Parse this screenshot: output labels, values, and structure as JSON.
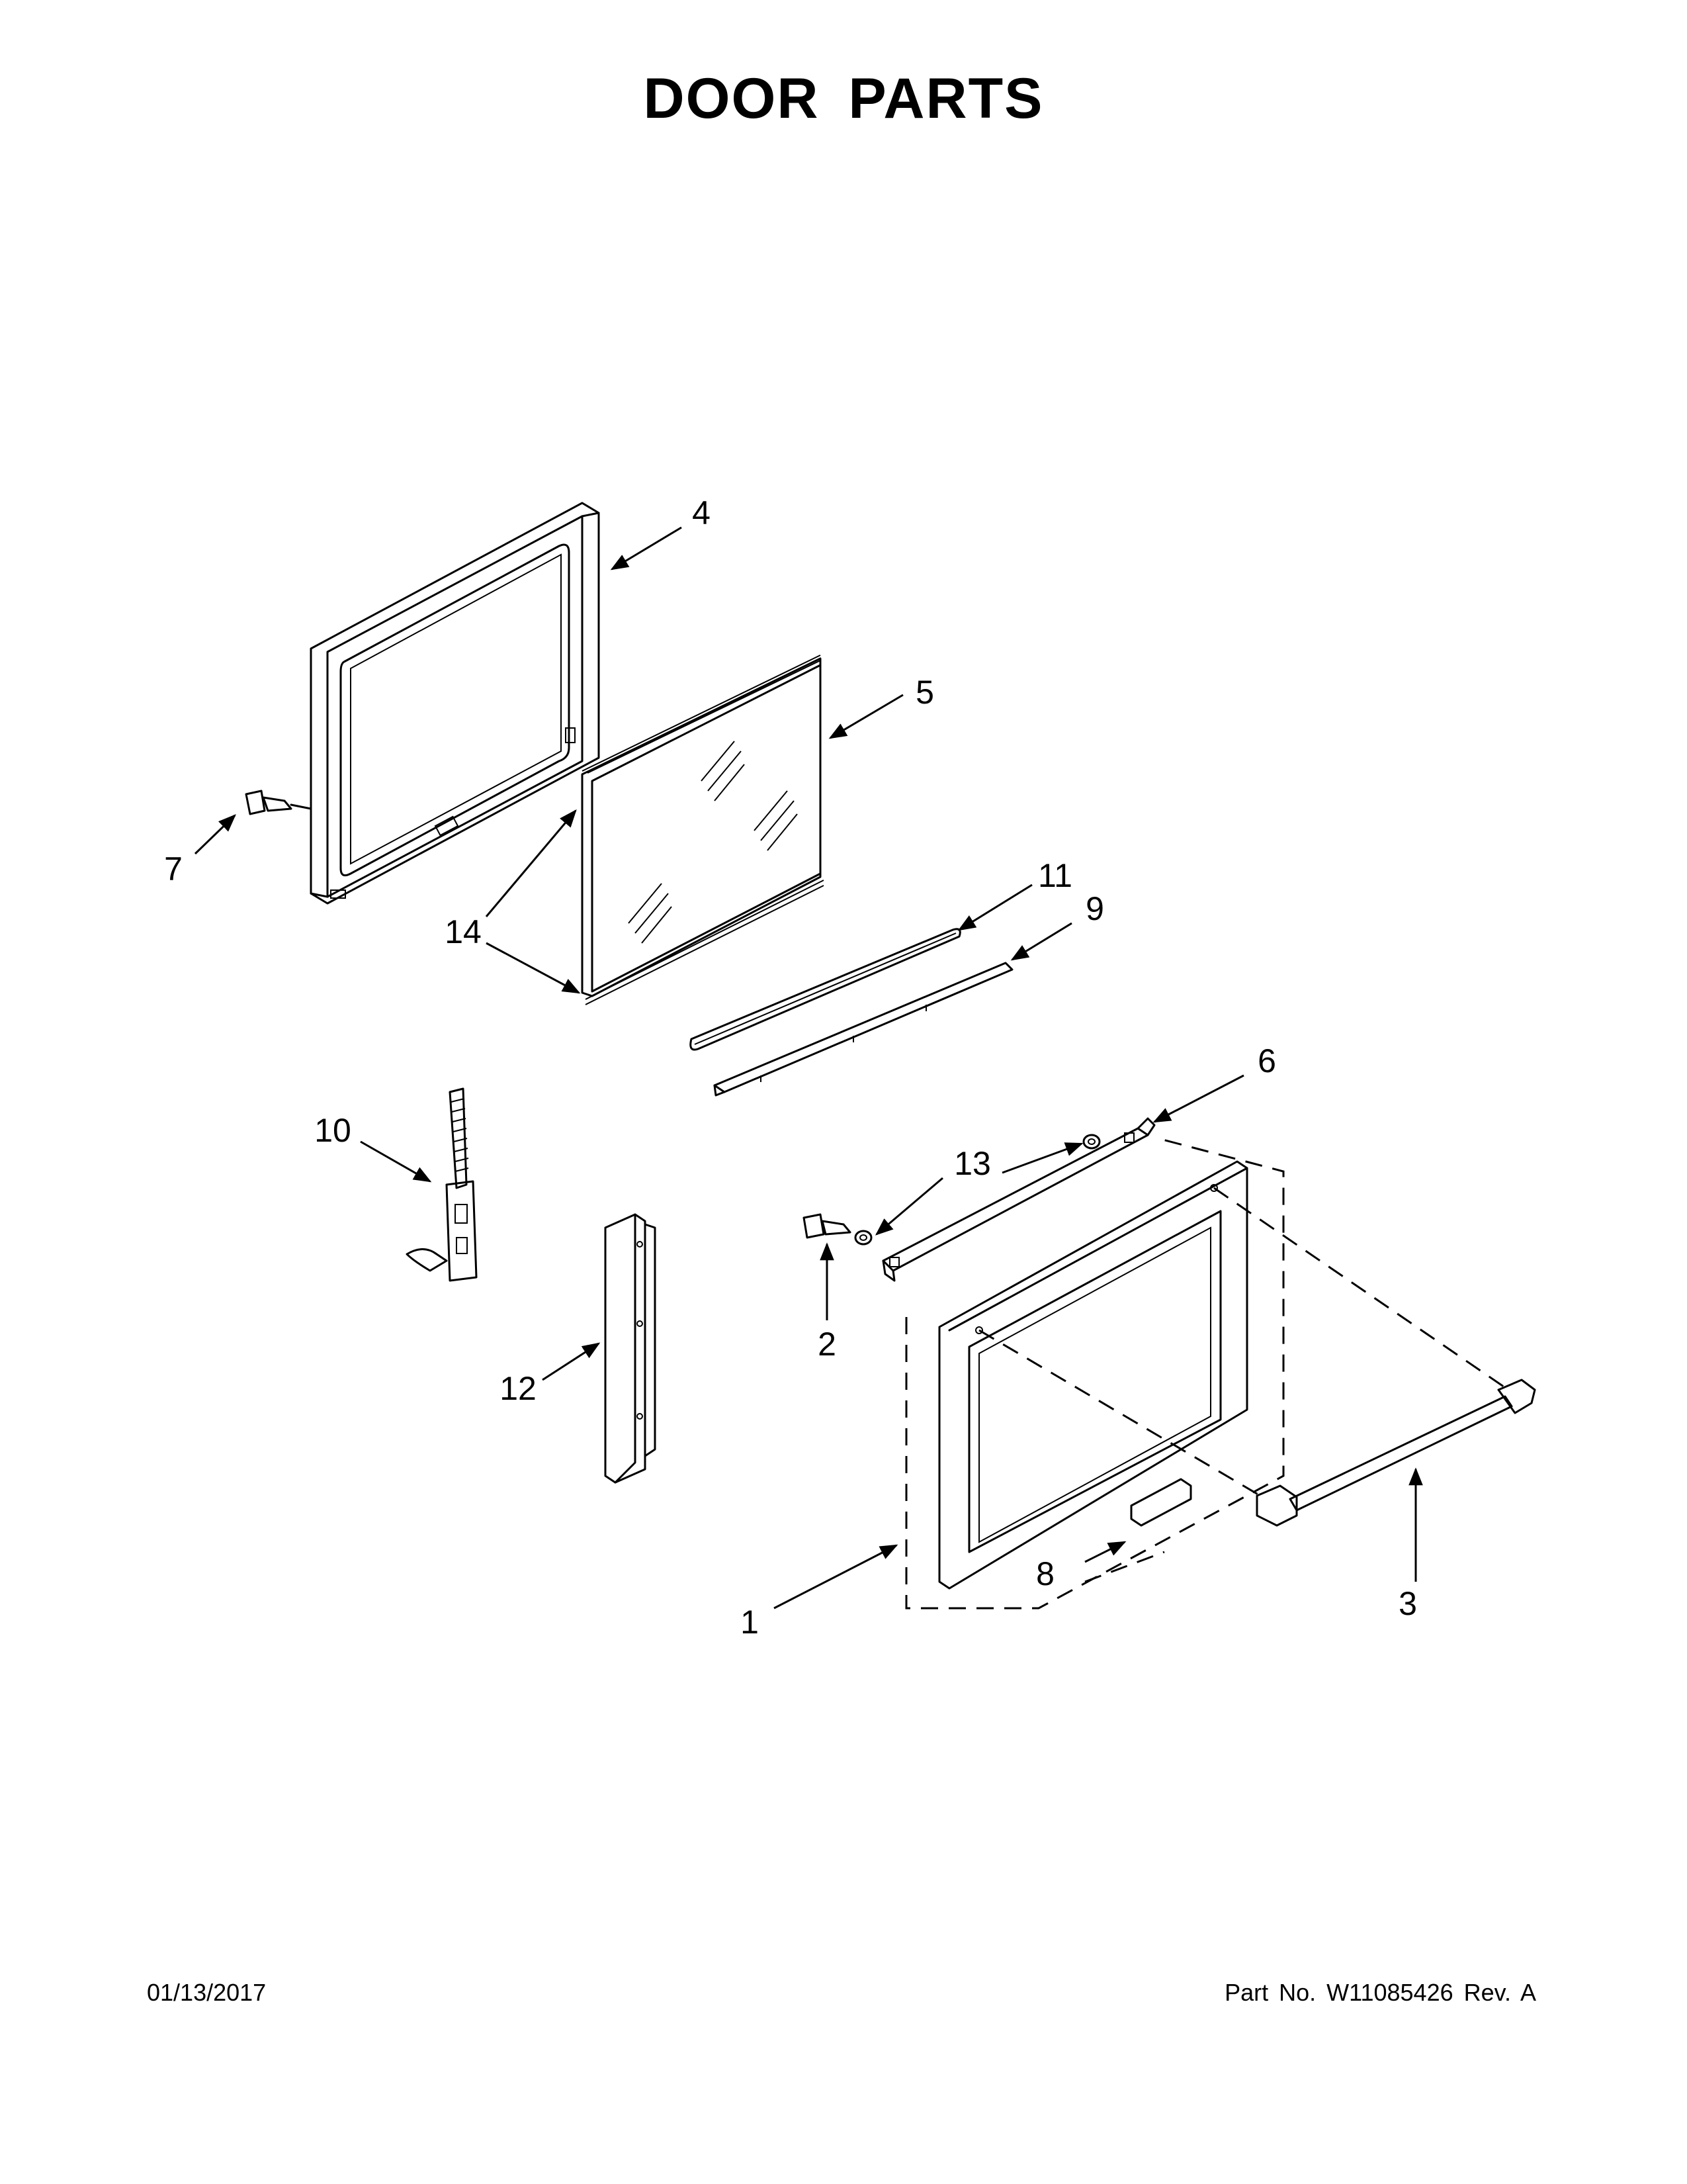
{
  "title": "DOOR PARTS",
  "footer": {
    "date": "01/13/2017",
    "part_number": "Part No.  W11085426  Rev.  A"
  },
  "callouts": {
    "c1": "1",
    "c2": "2",
    "c3": "3",
    "c4": "4",
    "c5": "5",
    "c6": "6",
    "c7": "7",
    "c8": "8",
    "c9": "9",
    "c10": "10",
    "c11": "11",
    "c12": "12",
    "c13": "13",
    "c14": "14"
  }
}
